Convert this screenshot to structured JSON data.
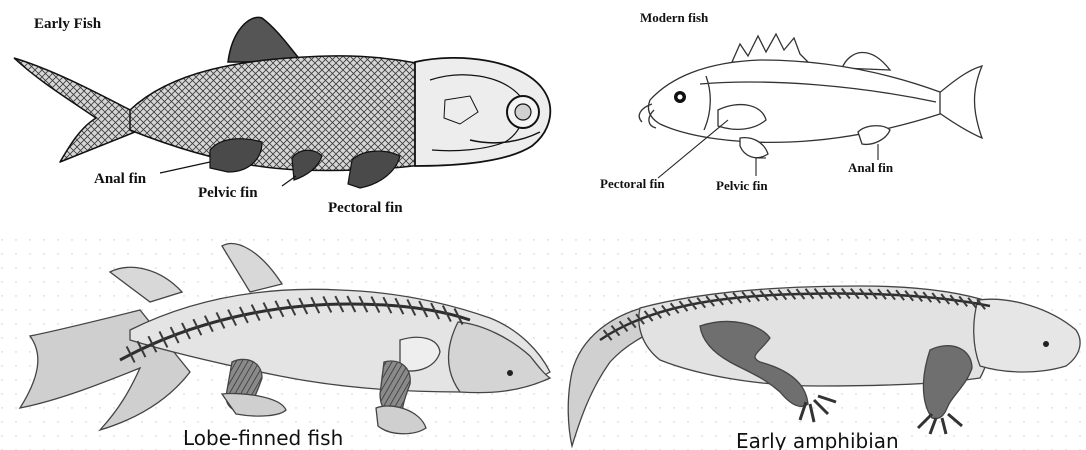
{
  "panels": {
    "early_fish": {
      "title": "Early Fish",
      "labels": {
        "anal": "Anal fin",
        "pelvic": "Pelvic fin",
        "pectoral": "Pectoral fin"
      }
    },
    "modern_fish": {
      "title": "Modern fish",
      "labels": {
        "pectoral": "Pectoral fin",
        "pelvic": "Pelvic fin",
        "anal": "Anal fin"
      }
    },
    "lobe_finned": {
      "caption": "Lobe-finned fish"
    },
    "amphibian": {
      "caption": "Early amphibian"
    }
  },
  "colors": {
    "ink": "#1a1a1a",
    "scale_body": "#cfcfcf",
    "fin_dark": "#555555",
    "lobe_body": "#e2e2e2",
    "limb_dark": "#6e6e6e"
  }
}
